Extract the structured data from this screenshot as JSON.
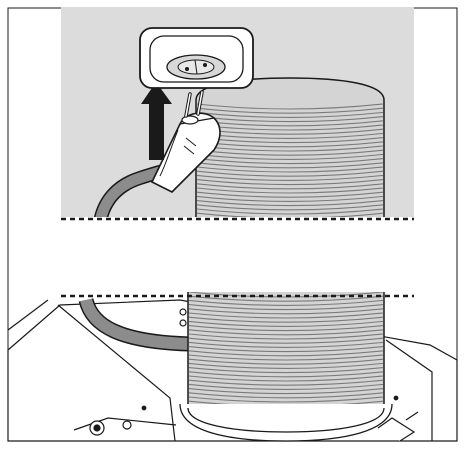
{
  "figure": {
    "top_panel": {
      "background": "#dcdcdc",
      "parts": [
        "wall-socket",
        "power-plug",
        "lift-arrow",
        "coiled-cable-drum",
        "cable"
      ]
    },
    "bottom_panel": {
      "parts": [
        "coiled-cable-drum",
        "cable",
        "base-plate"
      ]
    },
    "colors": {
      "line": "#1a1a1a",
      "panel_gray": "#dcdcdc",
      "cable_gray": "#8c8c8c",
      "coil_light": "#d4d4d4",
      "white": "#ffffff"
    },
    "icons": [
      "socket-icon",
      "plug-icon",
      "arrow-up-icon"
    ]
  }
}
